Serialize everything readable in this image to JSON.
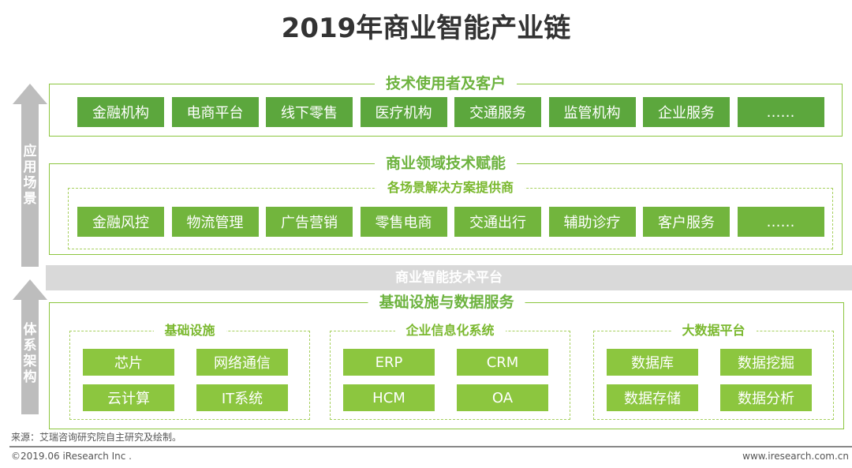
{
  "title": "2019年商业智能产业链",
  "axis": {
    "top_label": "应用场景",
    "bottom_label": "体系架构"
  },
  "layer1": {
    "title": "技术使用者及客户",
    "items": [
      "金融机构",
      "电商平台",
      "线下零售",
      "医疗机构",
      "交通服务",
      "监管机构",
      "企业服务",
      "……"
    ]
  },
  "layer2": {
    "title": "商业领域技术赋能",
    "subtitle": "各场景解决方案提供商",
    "items": [
      "金融风控",
      "物流管理",
      "广告营销",
      "零售电商",
      "交通出行",
      "辅助诊疗",
      "客户服务",
      "……"
    ]
  },
  "platform": "商业智能技术平台",
  "layer3": {
    "title": "基础设施与数据服务",
    "groups": [
      {
        "title": "基础设施",
        "items": [
          "芯片",
          "网络通信",
          "云计算",
          "IT系统"
        ]
      },
      {
        "title": "企业信息化系统",
        "items": [
          "ERP",
          "CRM",
          "HCM",
          "OA"
        ]
      },
      {
        "title": "大数据平台",
        "items": [
          "数据库",
          "数据挖掘",
          "数据存储",
          "数据分析"
        ]
      }
    ]
  },
  "footer": {
    "source": "来源：艾瑞咨询研究院自主研究及绘制。",
    "copyright": "©2019.06 iResearch Inc .",
    "url": "www.iresearch.com.cn"
  }
}
